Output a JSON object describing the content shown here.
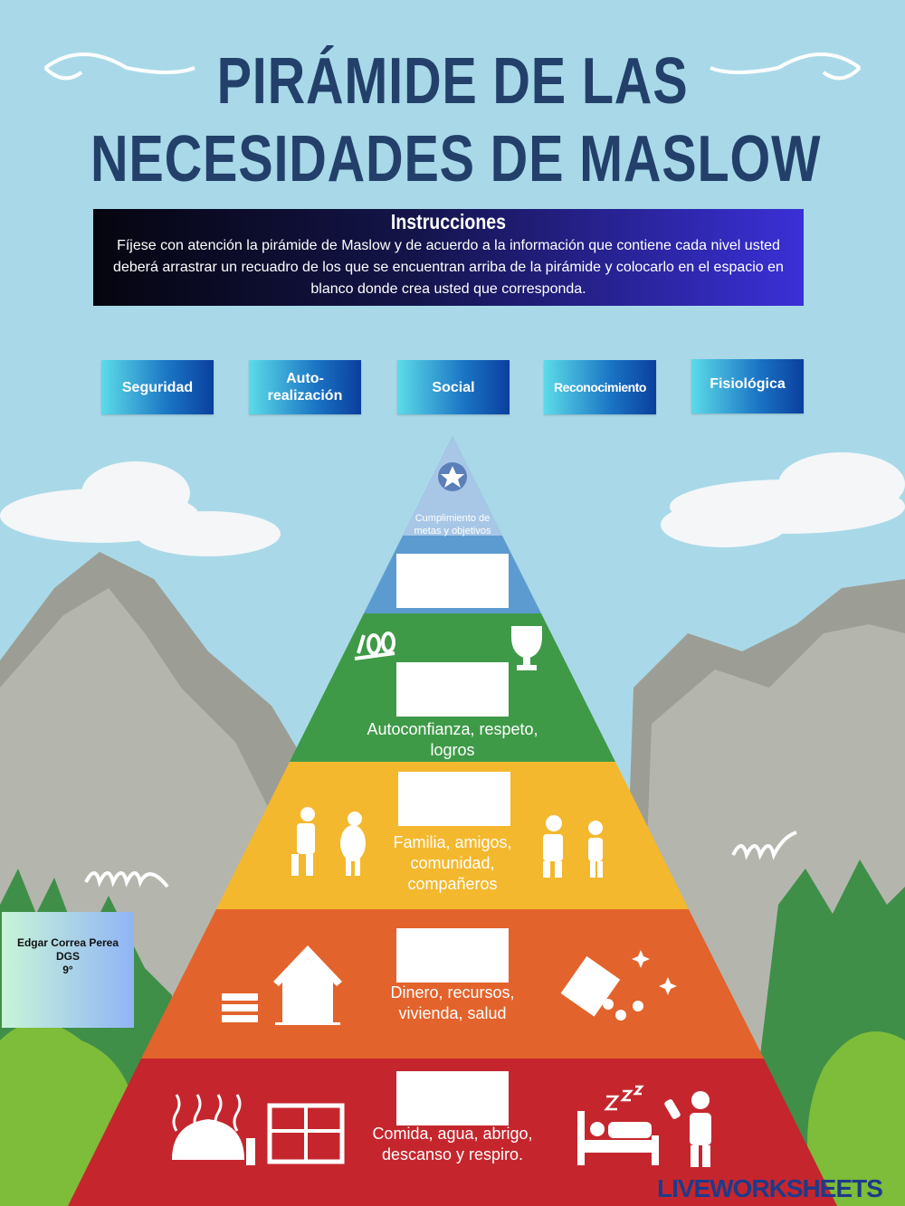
{
  "title": {
    "line1": "PIRÁMIDE DE LAS",
    "line2": "NECESIDADES DE MASLOW"
  },
  "instructions": {
    "heading": "Instrucciones",
    "body": "Fíjese con atención la pirámide de Maslow y de acuerdo a la información que contiene cada nivel usted deberá arrastrar un recuadro de los que se encuentran arriba de la pirámide y colocarlo en el espacio en blanco donde crea usted que corresponda."
  },
  "drag_options": [
    {
      "label": "Seguridad"
    },
    {
      "label": "Auto-realización"
    },
    {
      "label": "Social"
    },
    {
      "label": "Reconocimiento"
    },
    {
      "label": "Fisiológica"
    }
  ],
  "pyramid": {
    "levels": [
      {
        "text": "Cumplimiento de metas y objetivos",
        "color": "#5b9bd0",
        "icons": [
          "star-icon"
        ]
      },
      {
        "text": "Autoconfianza, respeto, logros",
        "color": "#3f9a48",
        "icons": [
          "hundred-points-icon",
          "trophy-icon"
        ]
      },
      {
        "text": "Familia, amigos, comunidad, compañeros",
        "color": "#f4b82e",
        "icons": [
          "people-arguing-icon",
          "people-joking-icon"
        ]
      },
      {
        "text": "Dinero, recursos, vivienda, salud",
        "color": "#e3632c",
        "icons": [
          "books-icon",
          "house-icon",
          "money-icon"
        ]
      },
      {
        "text": "Comida, agua, abrigo, descanso y respiro.",
        "color": "#c5262d",
        "icons": [
          "food-cloche-icon",
          "food-tray-icon",
          "sleeping-bed-icon",
          "person-drinking-icon"
        ]
      }
    ]
  },
  "author": {
    "name": "Edgar Correa Perea",
    "group": "DGS",
    "grade": "9°"
  },
  "watermark": "LIVEWORKSHEETS"
}
